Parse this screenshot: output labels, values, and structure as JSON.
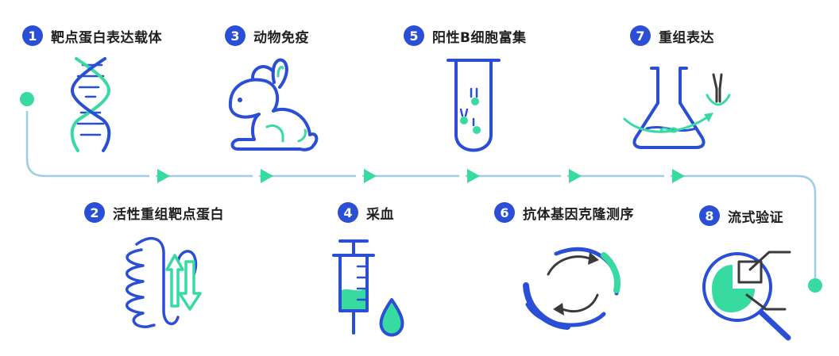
{
  "colors": {
    "blue": "#2a4ed6",
    "green": "#37dba1",
    "light_blue": "#9fcde3",
    "dark": "#3a3a3a"
  },
  "steps": [
    {
      "number": "1",
      "label": "靶点蛋白表达载体",
      "icon": "dna-helix-icon"
    },
    {
      "number": "2",
      "label": "活性重组靶点蛋白",
      "icon": "protein-structure-icon"
    },
    {
      "number": "3",
      "label": "动物免疫",
      "icon": "rabbit-icon"
    },
    {
      "number": "4",
      "label": "采血",
      "icon": "syringe-icon"
    },
    {
      "number": "5",
      "label": "阳性B细胞富集",
      "icon": "test-tube-icon"
    },
    {
      "number": "6",
      "label": "抗体基因克隆测序",
      "icon": "circular-plasmid-icon"
    },
    {
      "number": "7",
      "label": "重组表达",
      "icon": "flask-icon"
    },
    {
      "number": "8",
      "label": "流式验证",
      "icon": "magnifier-pie-chart-icon"
    }
  ]
}
